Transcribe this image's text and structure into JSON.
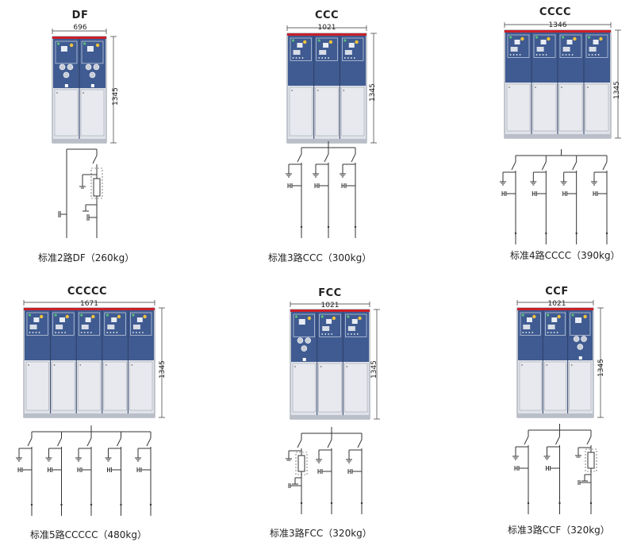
{
  "units": [
    {
      "title": "DF",
      "width_label": "696",
      "height_label": "1345",
      "caption": "标准2路DF（260kg）",
      "layout": "DF"
    },
    {
      "title": "CCC",
      "width_label": "1021",
      "height_label": "1345",
      "caption": "标准3路CCC（300kg）",
      "layout": "CCC"
    },
    {
      "title": "CCCC",
      "width_label": "1346",
      "height_label": "1345",
      "caption": "标准4路CCCC（390kg）",
      "layout": "CCCC"
    },
    {
      "title": "CCCCC",
      "width_label": "1671",
      "height_label": "1345",
      "caption": "标准5路CCCCC（480kg）",
      "layout": "CCCCC"
    },
    {
      "title": "FCC",
      "width_label": "1021",
      "height_label": "1345",
      "caption": "标准3路FCC（320kg）",
      "layout": "FCC"
    },
    {
      "title": "CCF",
      "width_label": "1021",
      "height_label": "1345",
      "caption": "标准3路CCF（320kg）",
      "layout": "CCF"
    }
  ],
  "colors": {
    "panel_blue": "#3f5b91",
    "panel_grey": "#dfe2e8",
    "frame": "#8c93a0",
    "busbar": "#c8202a",
    "line": "#333333"
  }
}
